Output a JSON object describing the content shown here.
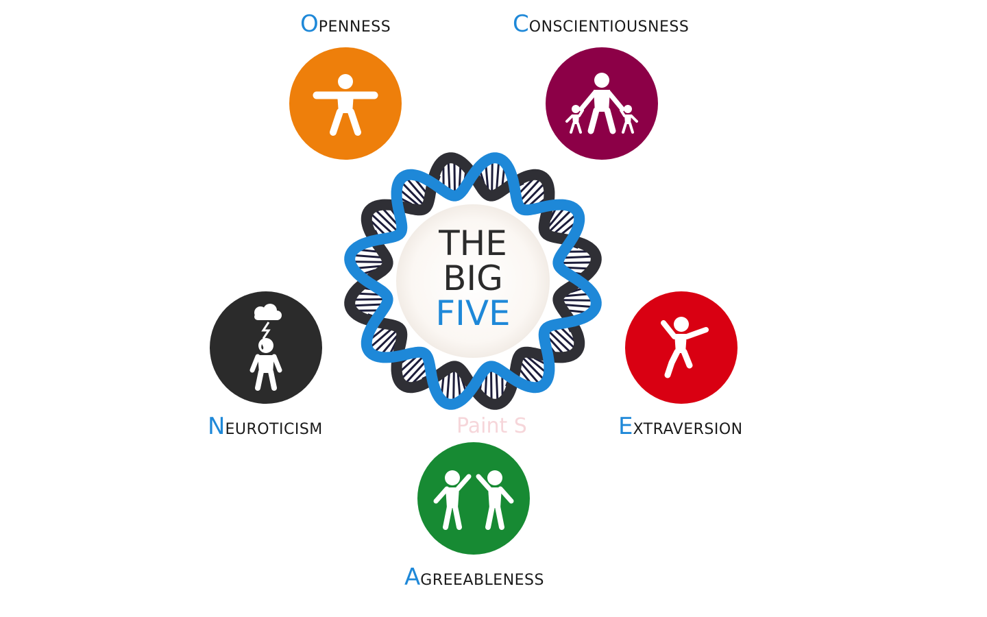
{
  "center": {
    "line1": "THE",
    "line2": "BIG",
    "line3": "FIVE"
  },
  "traits": [
    {
      "initial": "O",
      "rest": "penness",
      "color": "#ee7f0b",
      "icon": "person-arms-outstretched-icon"
    },
    {
      "initial": "C",
      "rest": "onscientiousness",
      "color": "#8c0047",
      "icon": "adult-with-children-icon"
    },
    {
      "initial": "E",
      "rest": "xtraversion",
      "color": "#d90012",
      "icon": "jumping-person-icon"
    },
    {
      "initial": "A",
      "rest": "greeableness",
      "color": "#178a33",
      "icon": "two-people-high-five-icon"
    },
    {
      "initial": "N",
      "rest": "euroticism",
      "color": "#2b2b2b",
      "icon": "person-storm-cloud-icon"
    }
  ],
  "watermark": "Paint S",
  "colors": {
    "accent": "#1e88d8",
    "helix_outer": "#1e88d8",
    "helix_inner": "#2f2f35",
    "rungs": "#1c1c3a"
  }
}
